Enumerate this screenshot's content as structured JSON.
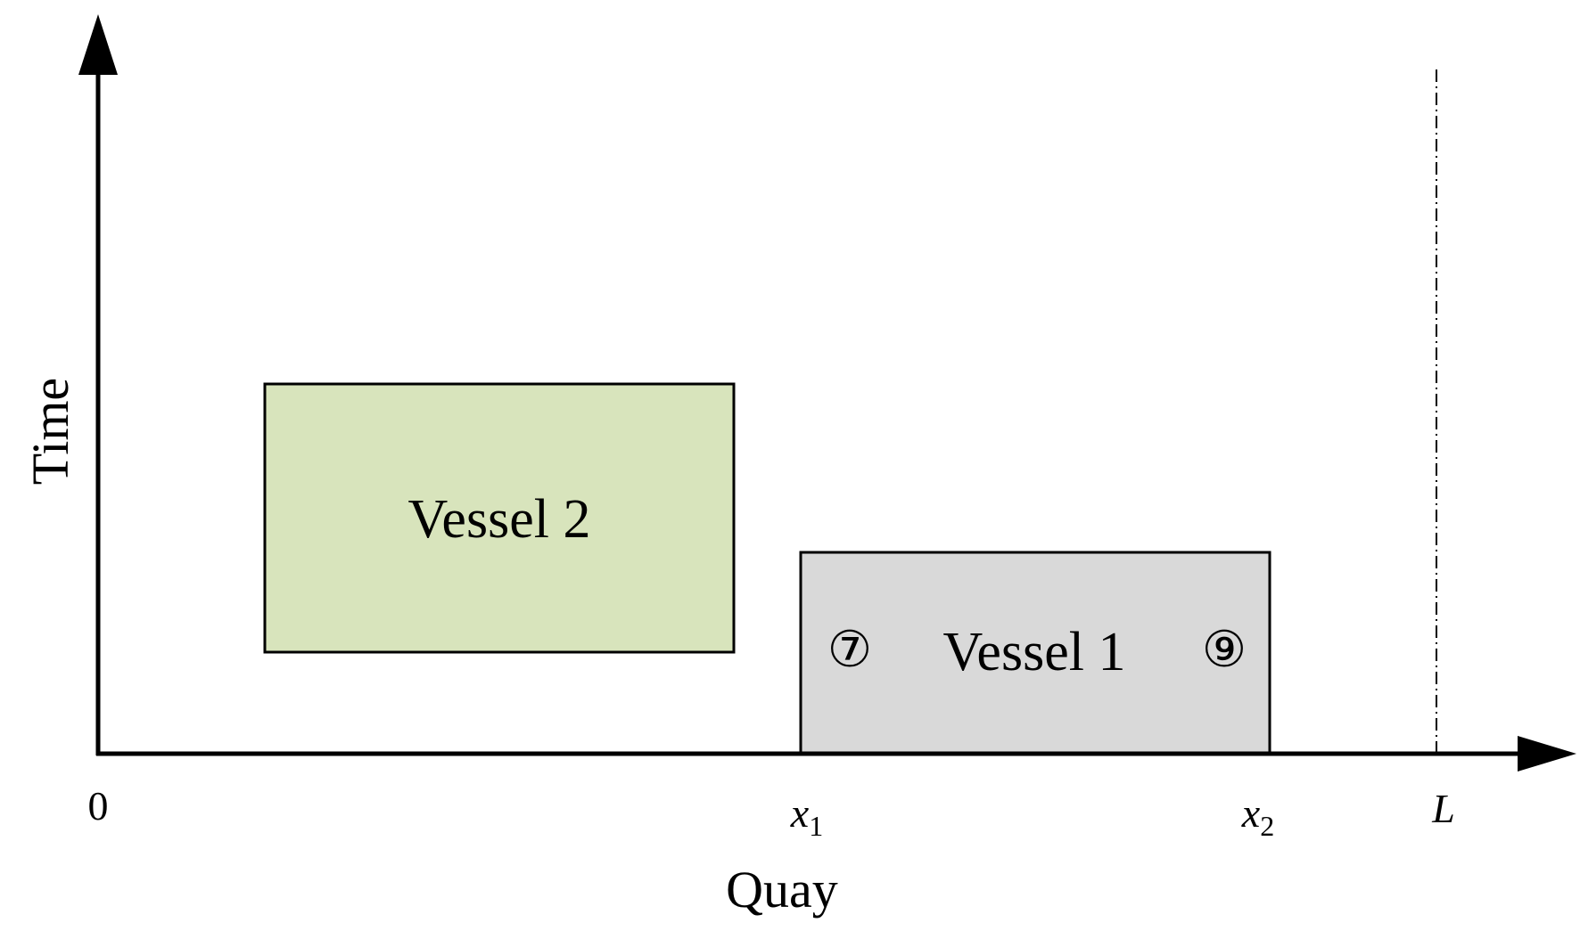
{
  "axes": {
    "y_label": "Time",
    "x_label": "Quay",
    "origin_label": "0",
    "end_label": "L",
    "x1": {
      "base": "x",
      "sub": "1"
    },
    "x2": {
      "base": "x",
      "sub": "2"
    }
  },
  "vessels": [
    {
      "label": "Vessel 2",
      "fill": "#d8e4bc"
    },
    {
      "label": "Vessel 1",
      "fill": "#d9d9d9",
      "left_marker": "⑦",
      "right_marker": "⑨"
    }
  ],
  "colors": {
    "stroke": "#000000",
    "background": "#ffffff"
  }
}
